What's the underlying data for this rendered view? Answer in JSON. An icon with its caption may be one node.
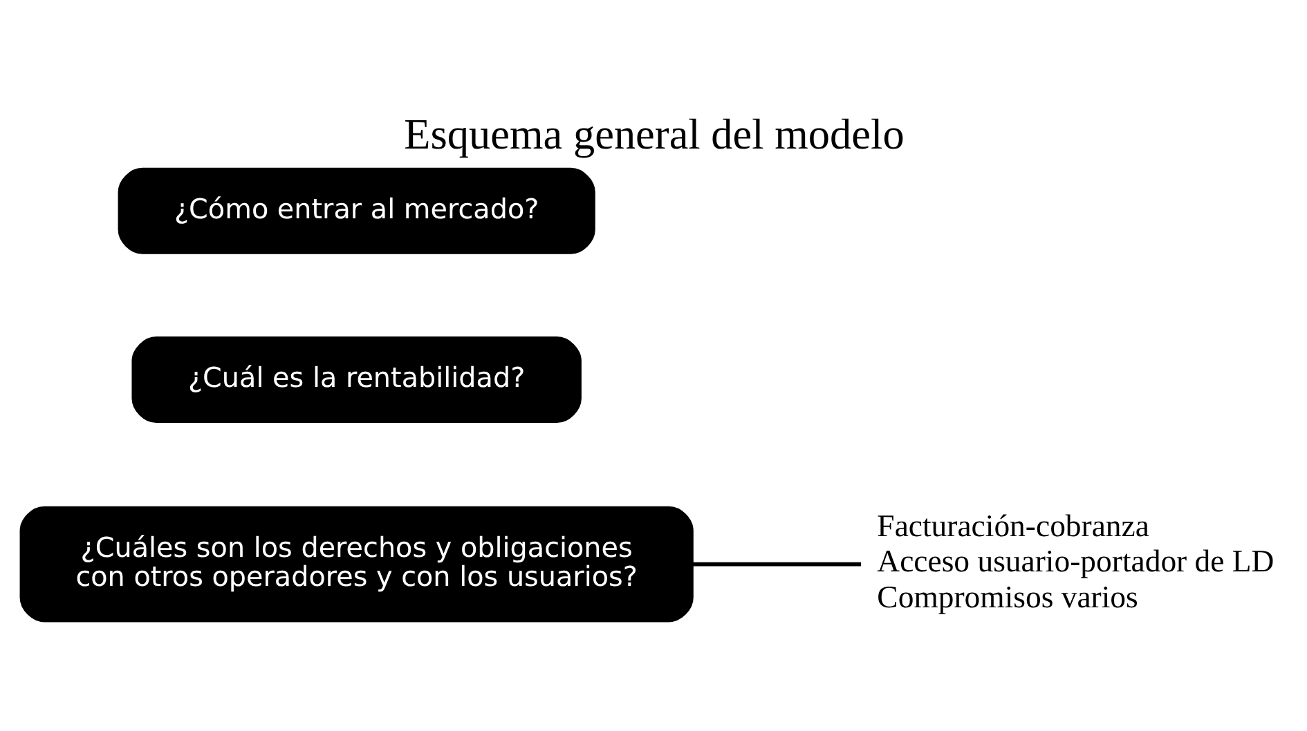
{
  "diagram": {
    "title": "Esquema general del modelo",
    "nodes": [
      {
        "text": [
          "¿Cómo entrar al mercado?"
        ]
      },
      {
        "text": [
          "¿Cuál es la rentabilidad?"
        ]
      },
      {
        "text": [
          "¿Cuáles son los derechos y obligaciones con otros operadores y con los usuarios?"
        ]
      },
      {
        "text": [
          "Facturación-cobranza",
          "Acceso usuario-portador de LD",
          "Compromisos varios"
        ]
      }
    ],
    "edges": [
      {
        "from": 2,
        "to": 3,
        "arrow": "none"
      }
    ]
  }
}
